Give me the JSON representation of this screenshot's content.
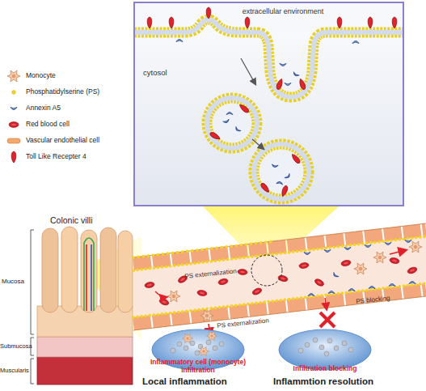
{
  "diagram": {
    "nodes": [
      {
        "text": [
          "extracellular environment",
          "cytosol"
        ]
      },
      {
        "text": [
          "Inflammatory cell (monocyte) infiltration"
        ]
      },
      {
        "text": [
          "Infiltration blocking"
        ]
      }
    ],
    "labels": [
      "Colonic villi",
      "Mucosa",
      "Submucosa",
      "Muscularis",
      "PS externalization",
      "PS externalization",
      "PS blocking",
      "Local inflammation",
      "Inflammtion resolution"
    ],
    "legend": [
      {
        "text": "Monocyte"
      },
      {
        "text": "Phosphatidylserine (PS)"
      },
      {
        "text": "Annexin A5"
      },
      {
        "text": "Red blood cell"
      },
      {
        "text": "Vascular endothelial cell"
      },
      {
        "text": "Toll Like Recepter 4"
      }
    ]
  }
}
